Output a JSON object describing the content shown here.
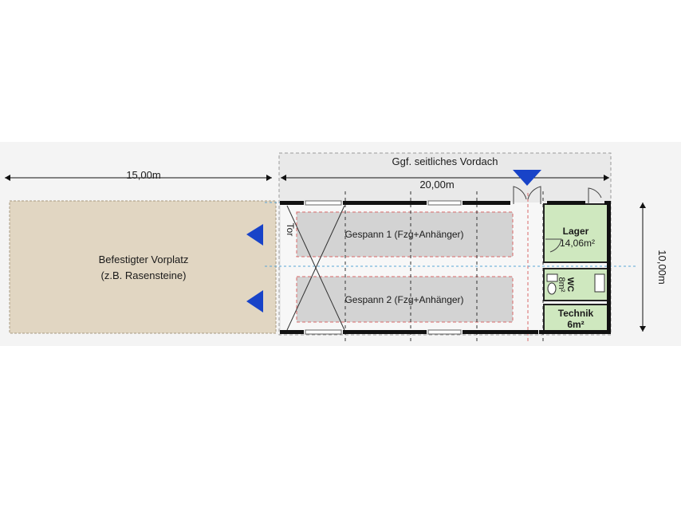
{
  "canopy": {
    "label": "Ggf. seitliches Vordach"
  },
  "dimensions": {
    "forecourt_width": "15,00m",
    "building_length": "20,00m",
    "building_depth": "10,00m"
  },
  "forecourt": {
    "line1": "Befestigter Vorplatz",
    "line2": "(z.B. Rasensteine)"
  },
  "bays": [
    {
      "label": "Gespann 1 (Fzg+Anhänger)"
    },
    {
      "label": "Gespann 2 (Fzg+Anhänger)"
    }
  ],
  "gate": {
    "label": "Tor"
  },
  "rooms": {
    "lager": {
      "name": "Lager",
      "area": "14,06m²"
    },
    "wc": {
      "name": "WC",
      "area": "8m²"
    },
    "technik": {
      "name": "Technik",
      "area": "6m²"
    }
  },
  "colors": {
    "canopy": "#e9e9e9",
    "forecourt": "#e1d6c2",
    "bay": "#d3d3d3",
    "room": "#cfe8bf",
    "arrow": "#1843c8",
    "wall": "#111111",
    "bay_outline": "#d96868",
    "axis": "#5aa7d6"
  }
}
